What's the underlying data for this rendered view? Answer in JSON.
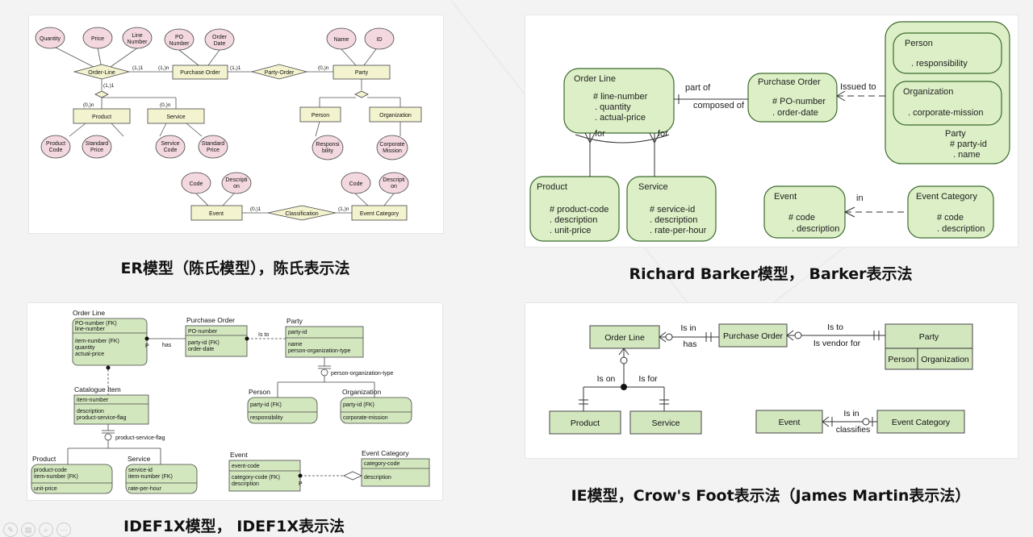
{
  "captions": {
    "er": "ER模型（陈氏模型），陈氏表示法",
    "barker": "Richard Barker模型， Barker表示法",
    "idef1x": "IDEF1X模型， IDEF1X表示法",
    "ie": "IE模型，Crow's Foot表示法（James Martin表示法）"
  },
  "er": {
    "attributes": [
      "Quantity",
      "Price",
      "Line",
      "Number",
      "PO",
      "Number",
      "Order",
      "Date",
      "Name",
      "ID",
      "Product",
      "Code",
      "Standard",
      "Price",
      "Service",
      "Code",
      "Standard",
      "Price",
      "Responsi",
      "bility",
      "Corporate",
      "Mission",
      "Code",
      "Descripti",
      "on",
      "Code",
      "Descripti",
      "on"
    ],
    "entities": [
      "Purchase Order",
      "Party",
      "Product",
      "Service",
      "Person",
      "Organization",
      "Event",
      "Event Category"
    ],
    "relationships": [
      "Order-Line",
      "Party-Order",
      "Classification"
    ],
    "cardinalities": [
      "(1,)1",
      "(1,)n",
      "(1,)1",
      "(0,)n",
      "(1,)1",
      "(0,)n",
      "(0,)n",
      "(0,)1",
      "(1,)n"
    ]
  },
  "barker": {
    "order_line": {
      "title": "Order Line",
      "attrs": [
        "# line-number",
        ". quantity",
        ". actual-price"
      ]
    },
    "purchase_order": {
      "title": "Purchase Order",
      "attrs": [
        "# PO-number",
        ". order-date"
      ]
    },
    "party": {
      "title": "Party",
      "attrs": [
        "# party-id",
        ". name"
      ]
    },
    "person": {
      "title": "Person",
      "attrs": [
        ". responsibility"
      ]
    },
    "organization": {
      "title": "Organization",
      "attrs": [
        ". corporate-mission"
      ]
    },
    "product": {
      "title": "Product",
      "attrs": [
        "# product-code",
        ". description",
        ". unit-price"
      ]
    },
    "service": {
      "title": "Service",
      "attrs": [
        "# service-id",
        ". description",
        ". rate-per-hour"
      ]
    },
    "event": {
      "title": "Event",
      "attrs": [
        "# code",
        ". description"
      ]
    },
    "event_category": {
      "title": "Event Category",
      "attrs": [
        "# code",
        ". description"
      ]
    },
    "labels": {
      "part_of": "part of",
      "composed_of": "composed of",
      "issued_to": "Issued to",
      "for1": "for",
      "for2": "for",
      "in": "in"
    }
  },
  "idef1x": {
    "order_line": {
      "title": "Order Line",
      "keys": [
        "PO-number (FK)",
        "line-number"
      ],
      "attrs": [
        "item-number (FK)",
        "quantity",
        "actual-price"
      ]
    },
    "purchase_order": {
      "title": "Purchase Order",
      "keys": [
        "PO-number"
      ],
      "attrs": [
        "party-id (FK)",
        "order-date"
      ]
    },
    "party": {
      "title": "Party",
      "keys": [
        "party-id"
      ],
      "attrs": [
        "name",
        "person-organization-type"
      ]
    },
    "catalogue_item": {
      "title": "Catalogue Item",
      "keys": [
        "item-number"
      ],
      "attrs": [
        "description",
        "product-service-flag"
      ]
    },
    "person": {
      "title": "Person",
      "keys": [
        "party-id (FK)"
      ],
      "attrs": [
        "responsibility"
      ]
    },
    "organization": {
      "title": "Organization",
      "keys": [
        "party-id (FK)"
      ],
      "attrs": [
        "corporate-mission"
      ]
    },
    "product": {
      "title": "Product",
      "keys": [
        "product-code",
        "item-number (FK)"
      ],
      "attrs": [
        "unit-price"
      ]
    },
    "service": {
      "title": "Service",
      "keys": [
        "service-id",
        "item-number (FK)"
      ],
      "attrs": [
        "rate-per-hour"
      ]
    },
    "event": {
      "title": "Event",
      "keys": [
        "event-code"
      ],
      "attrs": [
        "category-code (FK)",
        "description"
      ]
    },
    "event_category": {
      "title": "Event Category",
      "keys": [
        "category-code"
      ],
      "attrs": [
        "description"
      ]
    },
    "labels": {
      "has": "has",
      "p1": "P",
      "is_to": "Is to",
      "disc1": "person-organization-type",
      "disc2": "product-service-flag",
      "p2": "P"
    }
  },
  "ie": {
    "entities": {
      "order_line": "Order Line",
      "purchase_order": "Purchase Order",
      "party": "Party",
      "person": "Person",
      "organization": "Organization",
      "product": "Product",
      "service": "Service",
      "event": "Event",
      "event_category": "Event Category"
    },
    "labels": {
      "is_in": "Is in",
      "has": "has",
      "is_to": "Is to",
      "is_vendor_for": "Is vendor for",
      "is_on": "Is on",
      "is_for": "Is for",
      "is_in2": "Is in",
      "classifies": "classifies"
    }
  },
  "colors": {
    "er_entity": "#f3f3cf",
    "er_attr": "#f3d9df",
    "barker_fill": "#dcefc6",
    "idef_fill": "#d3e7bf",
    "caption": "#111111"
  }
}
